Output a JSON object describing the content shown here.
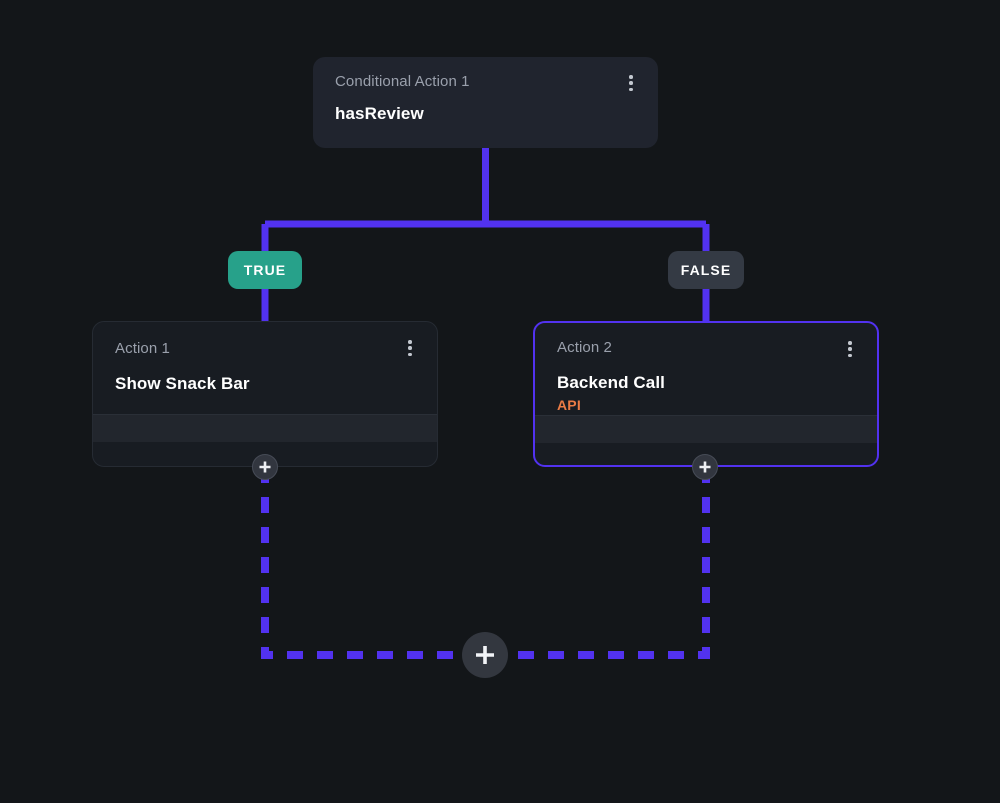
{
  "theme": {
    "background": "#131619",
    "wire_color": "#5232f0",
    "true_badge_color": "#27a18a",
    "false_badge_color": "#343a44",
    "selected_border_color": "#5232f0",
    "tag_color": "#ea7b45",
    "card_background": "#1e222c",
    "title_color": "#ffffff",
    "subtitle_color": "#9aa0ac"
  },
  "nodes": {
    "conditional": {
      "subtitle": "Conditional Action 1",
      "title": "hasReview",
      "menu_icon": "kebab-menu-icon"
    },
    "action1": {
      "subtitle": "Action 1",
      "title": "Show Snack Bar",
      "menu_icon": "kebab-menu-icon"
    },
    "action2": {
      "subtitle": "Action 2",
      "title": "Backend Call",
      "tag": "API",
      "menu_icon": "kebab-menu-icon",
      "selected": "true"
    }
  },
  "branches": {
    "true_label": "TRUE",
    "false_label": "FALSE"
  },
  "buttons": {
    "add_after_action1": "+",
    "add_after_action2": "+",
    "add_merge": "+"
  }
}
